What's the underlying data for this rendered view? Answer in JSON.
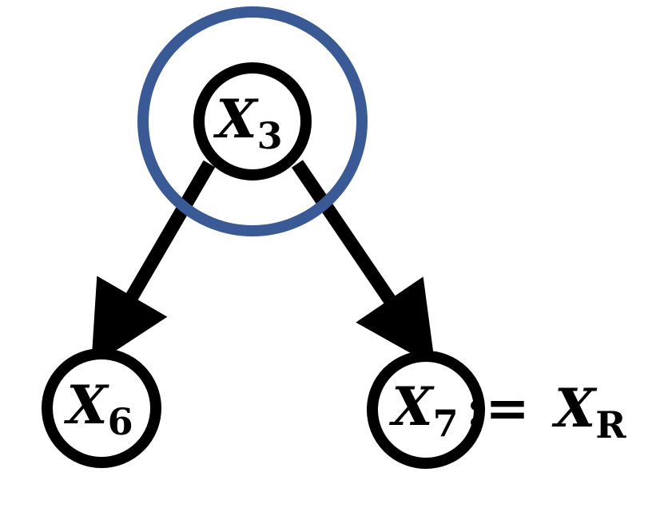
{
  "diagram": {
    "nodes": {
      "x3": {
        "var": "X",
        "sub": "3"
      },
      "x6": {
        "var": "X",
        "sub": "6"
      },
      "x7": {
        "var": "X",
        "sub": "7"
      }
    },
    "assignment": {
      "operator": ":=",
      "var": "X",
      "sub": "R"
    },
    "edges": [
      {
        "from": "x3",
        "to": "x6"
      },
      {
        "from": "x3",
        "to": "x7"
      }
    ]
  },
  "colors": {
    "stroke": "#000000",
    "highlight": "#3a5a96",
    "background": "#ffffff"
  }
}
